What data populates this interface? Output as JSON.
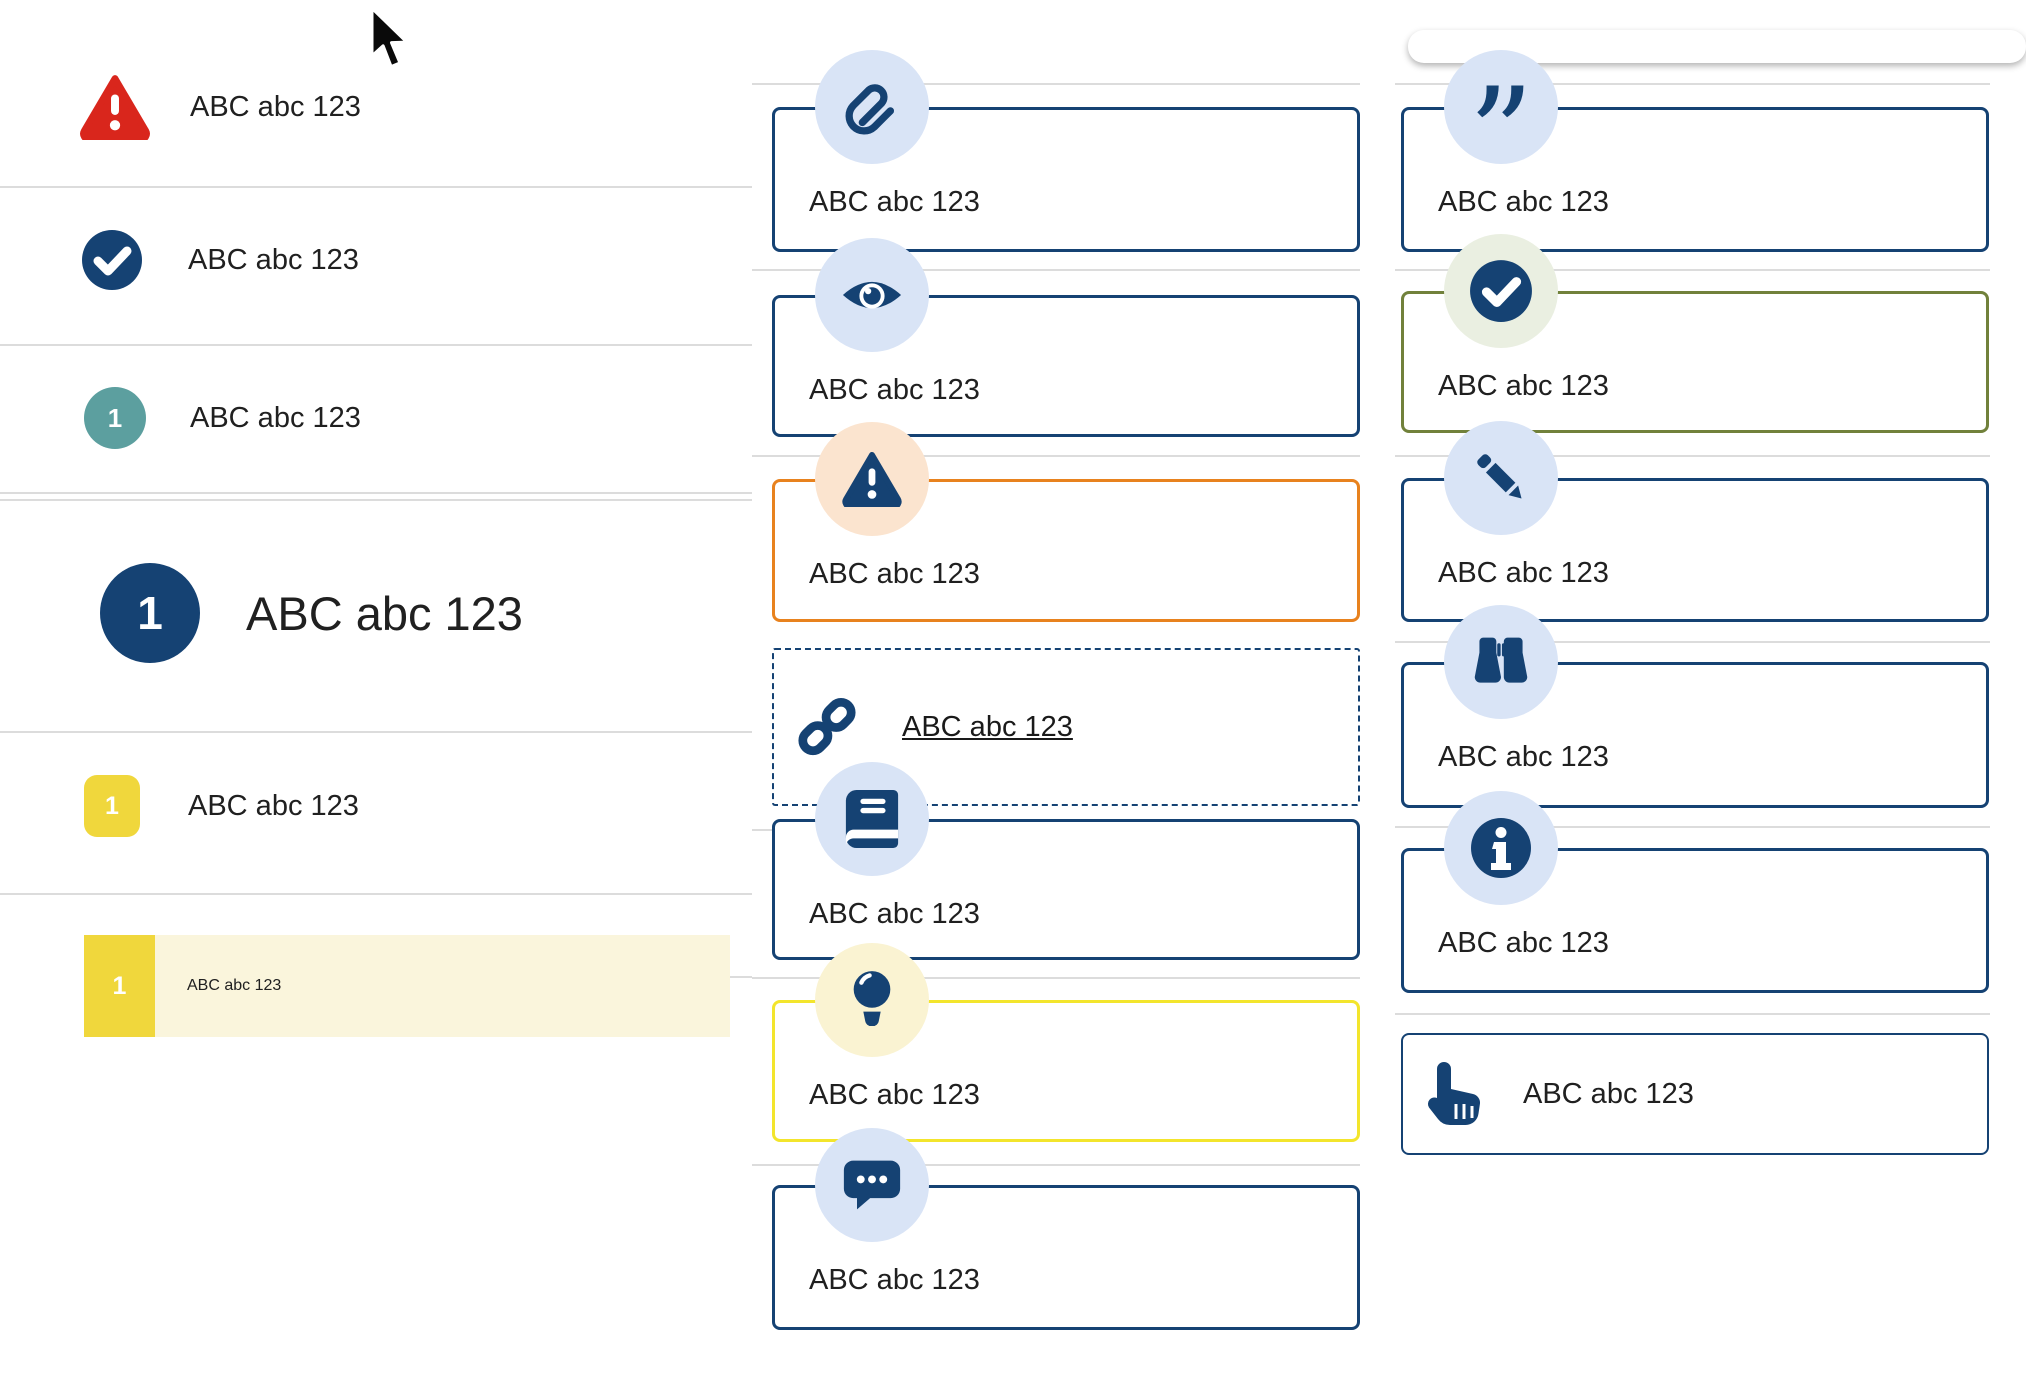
{
  "colors": {
    "navy": "#154273",
    "light_blue": "#D9E4F6",
    "red": "#D9261C",
    "teal": "#5C9F9F",
    "yellow": "#F0D73C",
    "yellow_border": "#F3E52C",
    "cream": "#FAF3D2",
    "highlight_bg": "#FAF5DC",
    "orange": "#E8821E",
    "peach": "#FBE4CF",
    "olive": "#71813B",
    "sage": "#EAEFE1",
    "divider": "#DCDCDC"
  },
  "left_list": {
    "rows": [
      {
        "type": "alert",
        "label": "ABC abc 123"
      },
      {
        "type": "check",
        "label": "ABC abc 123"
      },
      {
        "type": "number-teal",
        "badge": "1",
        "label": "ABC abc 123"
      },
      {
        "type": "number-large-navy",
        "badge": "1",
        "label": "ABC abc 123"
      },
      {
        "type": "number-yellow",
        "badge": "1",
        "label": "ABC abc 123"
      },
      {
        "type": "number-yellow-selected",
        "badge": "1",
        "label": "ABC abc 123"
      }
    ]
  },
  "middle_column": {
    "cards": [
      {
        "icon": "paperclip",
        "style": "navy",
        "label": "ABC abc 123"
      },
      {
        "icon": "eye",
        "style": "navy",
        "label": "ABC abc 123"
      },
      {
        "icon": "warning",
        "style": "orange",
        "label": "ABC abc 123"
      },
      {
        "icon": "link",
        "style": "dashed",
        "label": "ABC abc 123"
      },
      {
        "icon": "book",
        "style": "navy",
        "label": "ABC abc 123"
      },
      {
        "icon": "lightbulb",
        "style": "yellow",
        "label": "ABC abc 123"
      },
      {
        "icon": "chat",
        "style": "navy",
        "label": "ABC abc 123"
      }
    ]
  },
  "right_column": {
    "cards": [
      {
        "icon": "quote",
        "style": "navy",
        "label": "ABC abc 123"
      },
      {
        "icon": "check-circle",
        "style": "green",
        "label": "ABC abc 123"
      },
      {
        "icon": "pencil",
        "style": "navy",
        "label": "ABC abc 123"
      },
      {
        "icon": "binoculars",
        "style": "navy",
        "label": "ABC abc 123"
      },
      {
        "icon": "info",
        "style": "navy",
        "label": "ABC abc 123"
      },
      {
        "icon": "hand-pointer",
        "style": "plain",
        "label": "ABC abc 123"
      }
    ]
  }
}
